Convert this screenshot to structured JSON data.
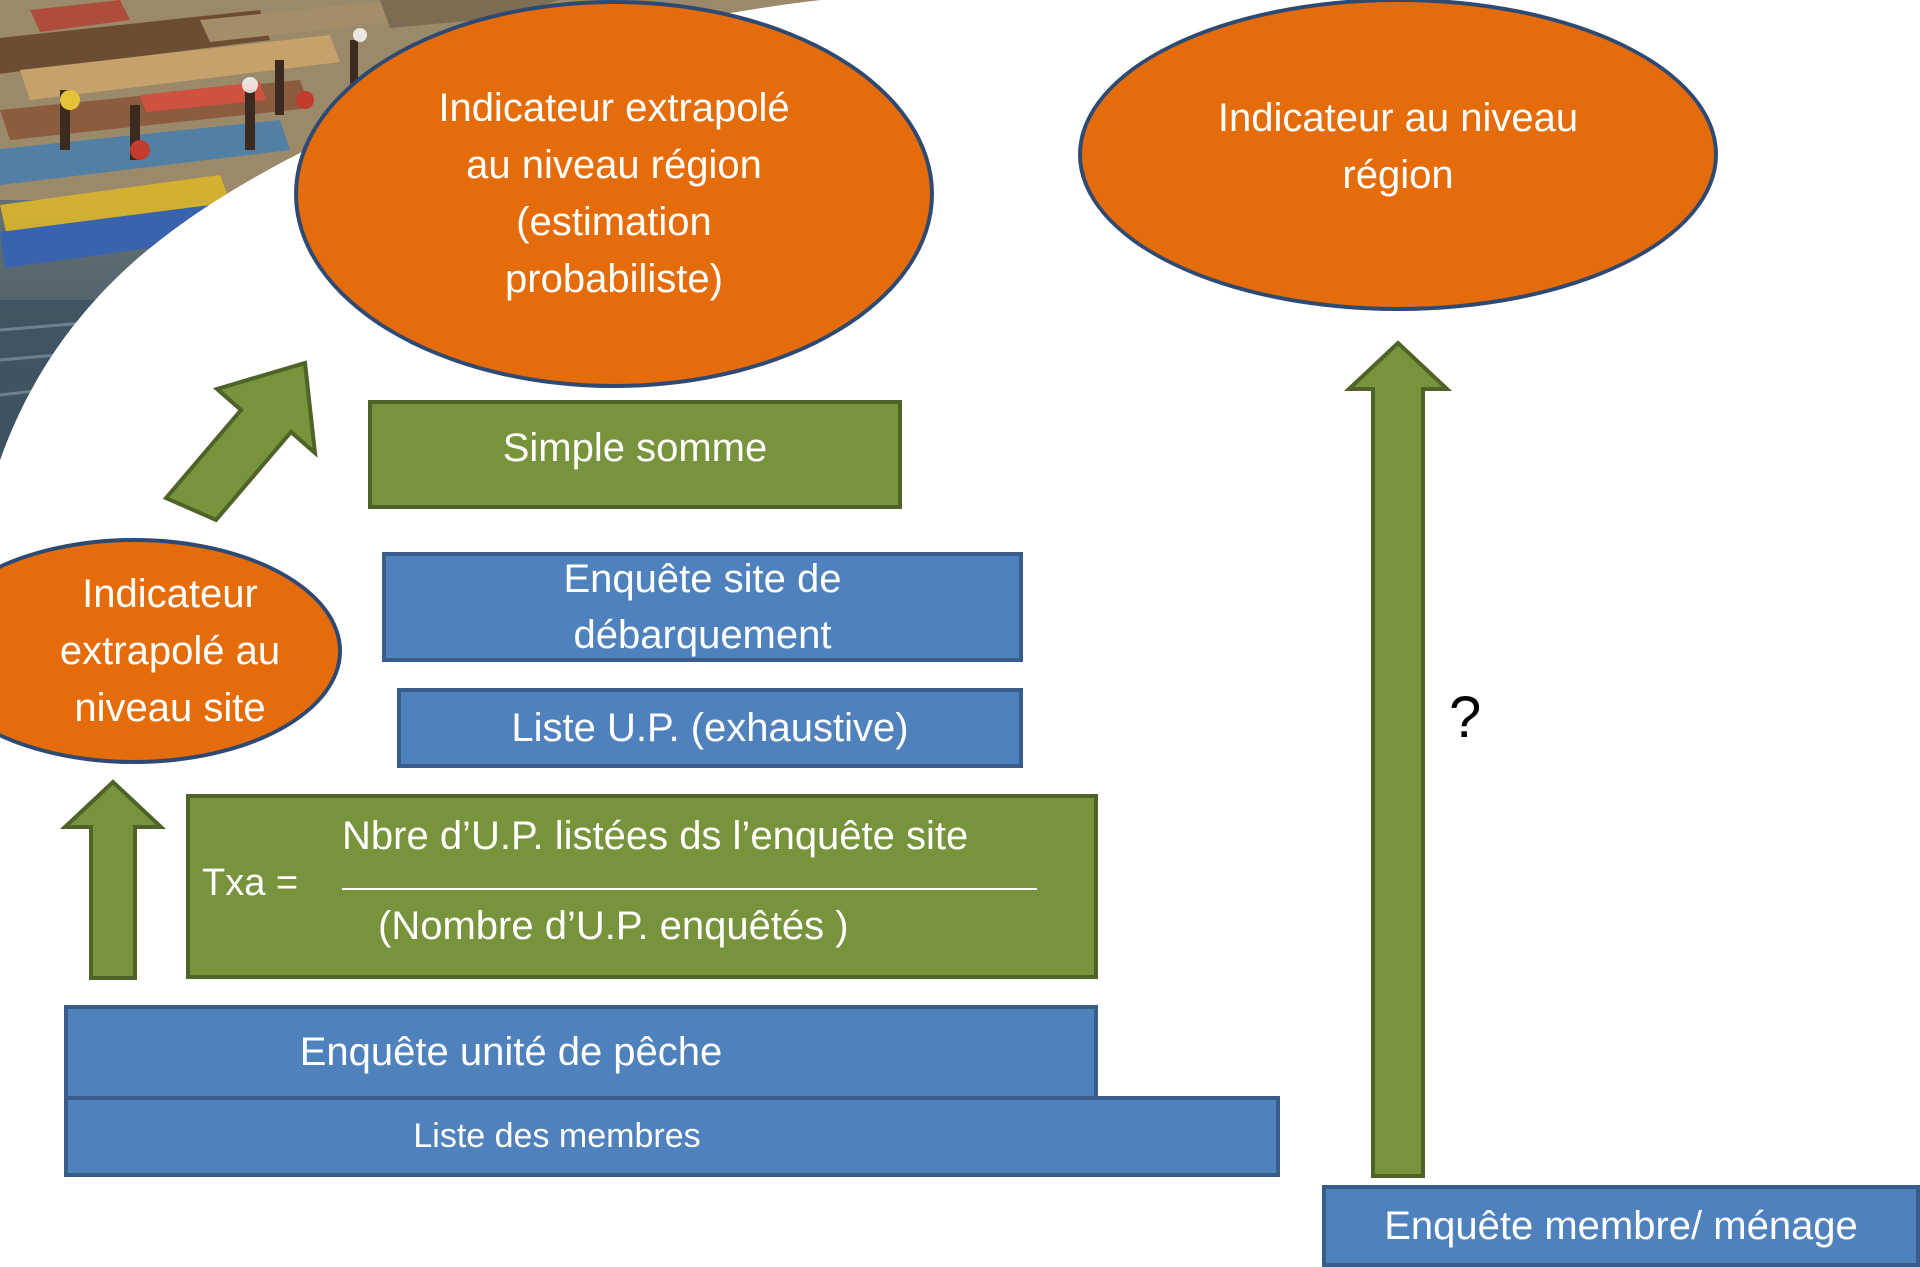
{
  "photo": {
    "icon": "photo-fishing-boats"
  },
  "ellipses": {
    "region_extrapolated": "Indicateur extrapolé\nau niveau région\n(estimation\nprobabiliste)",
    "region": "Indicateur au niveau\nrégion",
    "site_extrapolated": "Indicateur\nextrapolé au\nniveau site"
  },
  "boxes": {
    "simple_sum": "Simple somme",
    "site_survey": "Enquête site  de\ndébarquement",
    "up_list": "Liste U.P. (exhaustive)",
    "fishing_unit_survey": "Enquête unité de pêche",
    "member_list": "Liste des membres",
    "member_household_survey": "Enquête membre/ ménage"
  },
  "formula": {
    "label": "Txa =",
    "numerator": "Nbre d’U.P. listées ds l’enquête site",
    "denominator": "(Nombre d’U.P. enquêtés )"
  },
  "question_mark": "?",
  "colors": {
    "orange": "#e46c0a",
    "blue": "#4f81bd",
    "green": "#77933c",
    "ellipse_border": "#2e4a73"
  }
}
